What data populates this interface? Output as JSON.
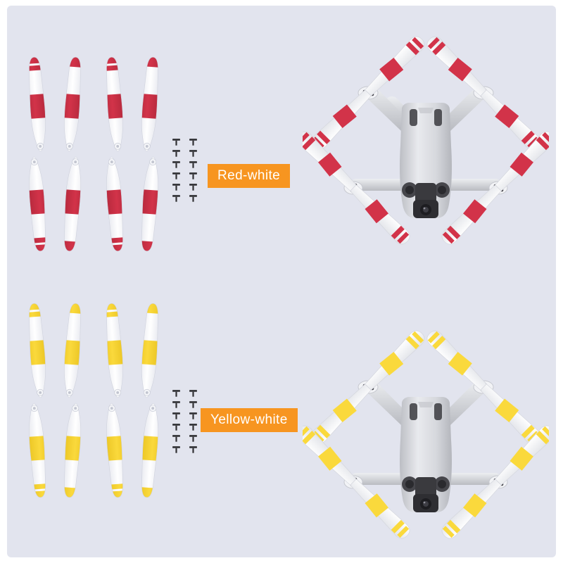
{
  "image": {
    "background_color": "#e2e4ee",
    "border_color": "#ffffff"
  },
  "palette": {
    "red": "#d23349",
    "red_shadow": "#b32a3d",
    "yellow": "#fad93c",
    "yellow_shadow": "#ecc521",
    "white": "#ffffff",
    "blade_white": "#fbfbfd",
    "blade_shadow": "#dcdee8",
    "drone_body": "#d2d3d7",
    "drone_body_light": "#e8e9ec",
    "drone_body_dark": "#b6b8bd",
    "drone_dark_parts": "#3b3b3f",
    "label_orange": "#f79520",
    "label_text": "#ffffff",
    "screw_color": "#2f2f33"
  },
  "variants": [
    {
      "id": "red-white",
      "label": "Red-white",
      "stripe_color": "#d23349",
      "stripe_shadow": "#b32a3d",
      "propeller_count": 8,
      "screw_count": 12,
      "screw_columns": 2,
      "screw_rows": 6,
      "icons": {
        "screw": "screw-icon",
        "blade": "propeller-blade-icon",
        "drone": "drone-icon"
      }
    },
    {
      "id": "yellow-white",
      "label": "Yellow-white",
      "stripe_color": "#fad93c",
      "stripe_shadow": "#ecc521",
      "propeller_count": 8,
      "screw_count": 12,
      "screw_columns": 2,
      "screw_rows": 6,
      "icons": {
        "screw": "screw-icon",
        "blade": "propeller-blade-icon",
        "drone": "drone-icon"
      }
    }
  ]
}
